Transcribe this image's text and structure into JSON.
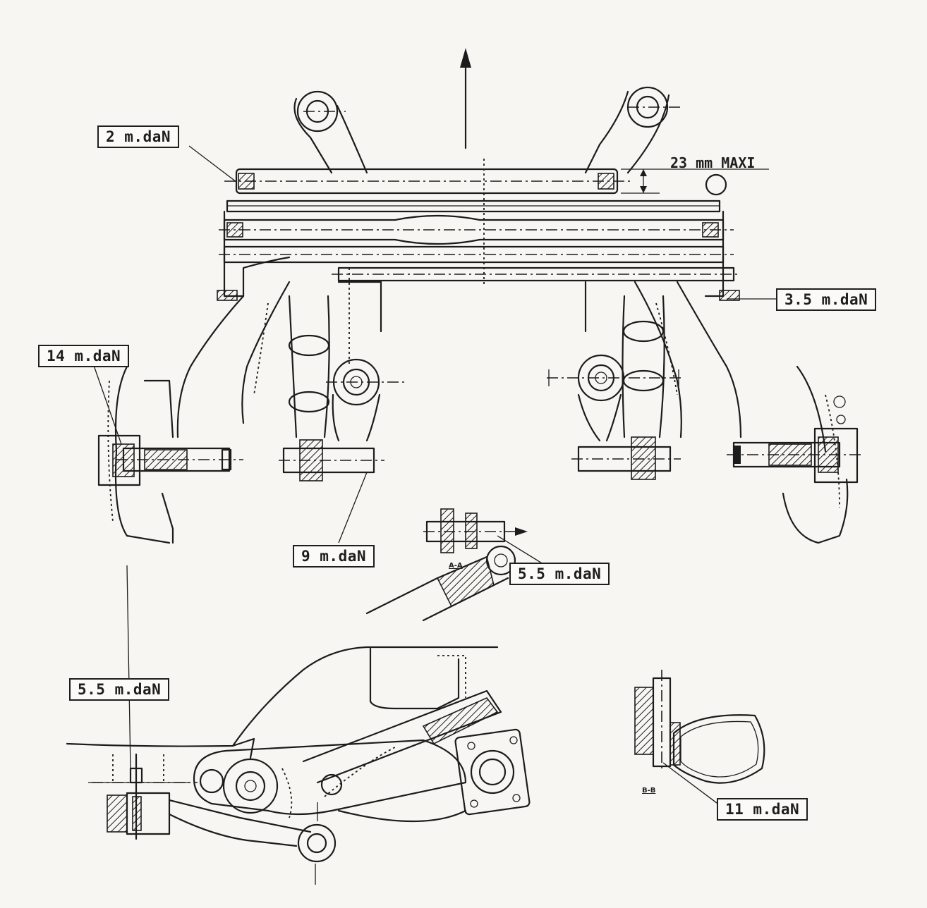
{
  "torque_labels": {
    "top_left": "2 m.daN",
    "max_clearance": "23 mm MAXI",
    "right_mount": "3.5 m.daN",
    "left_pivot": "14 m.daN",
    "center_bushing": "9 m.daN",
    "section_bolt": "5.5 m.daN",
    "bottom_left": "5.5 m.daN",
    "bottom_right": "11 m.daN"
  },
  "section_marks": {
    "section_aa": "A-A",
    "section_bb": "B-B"
  }
}
